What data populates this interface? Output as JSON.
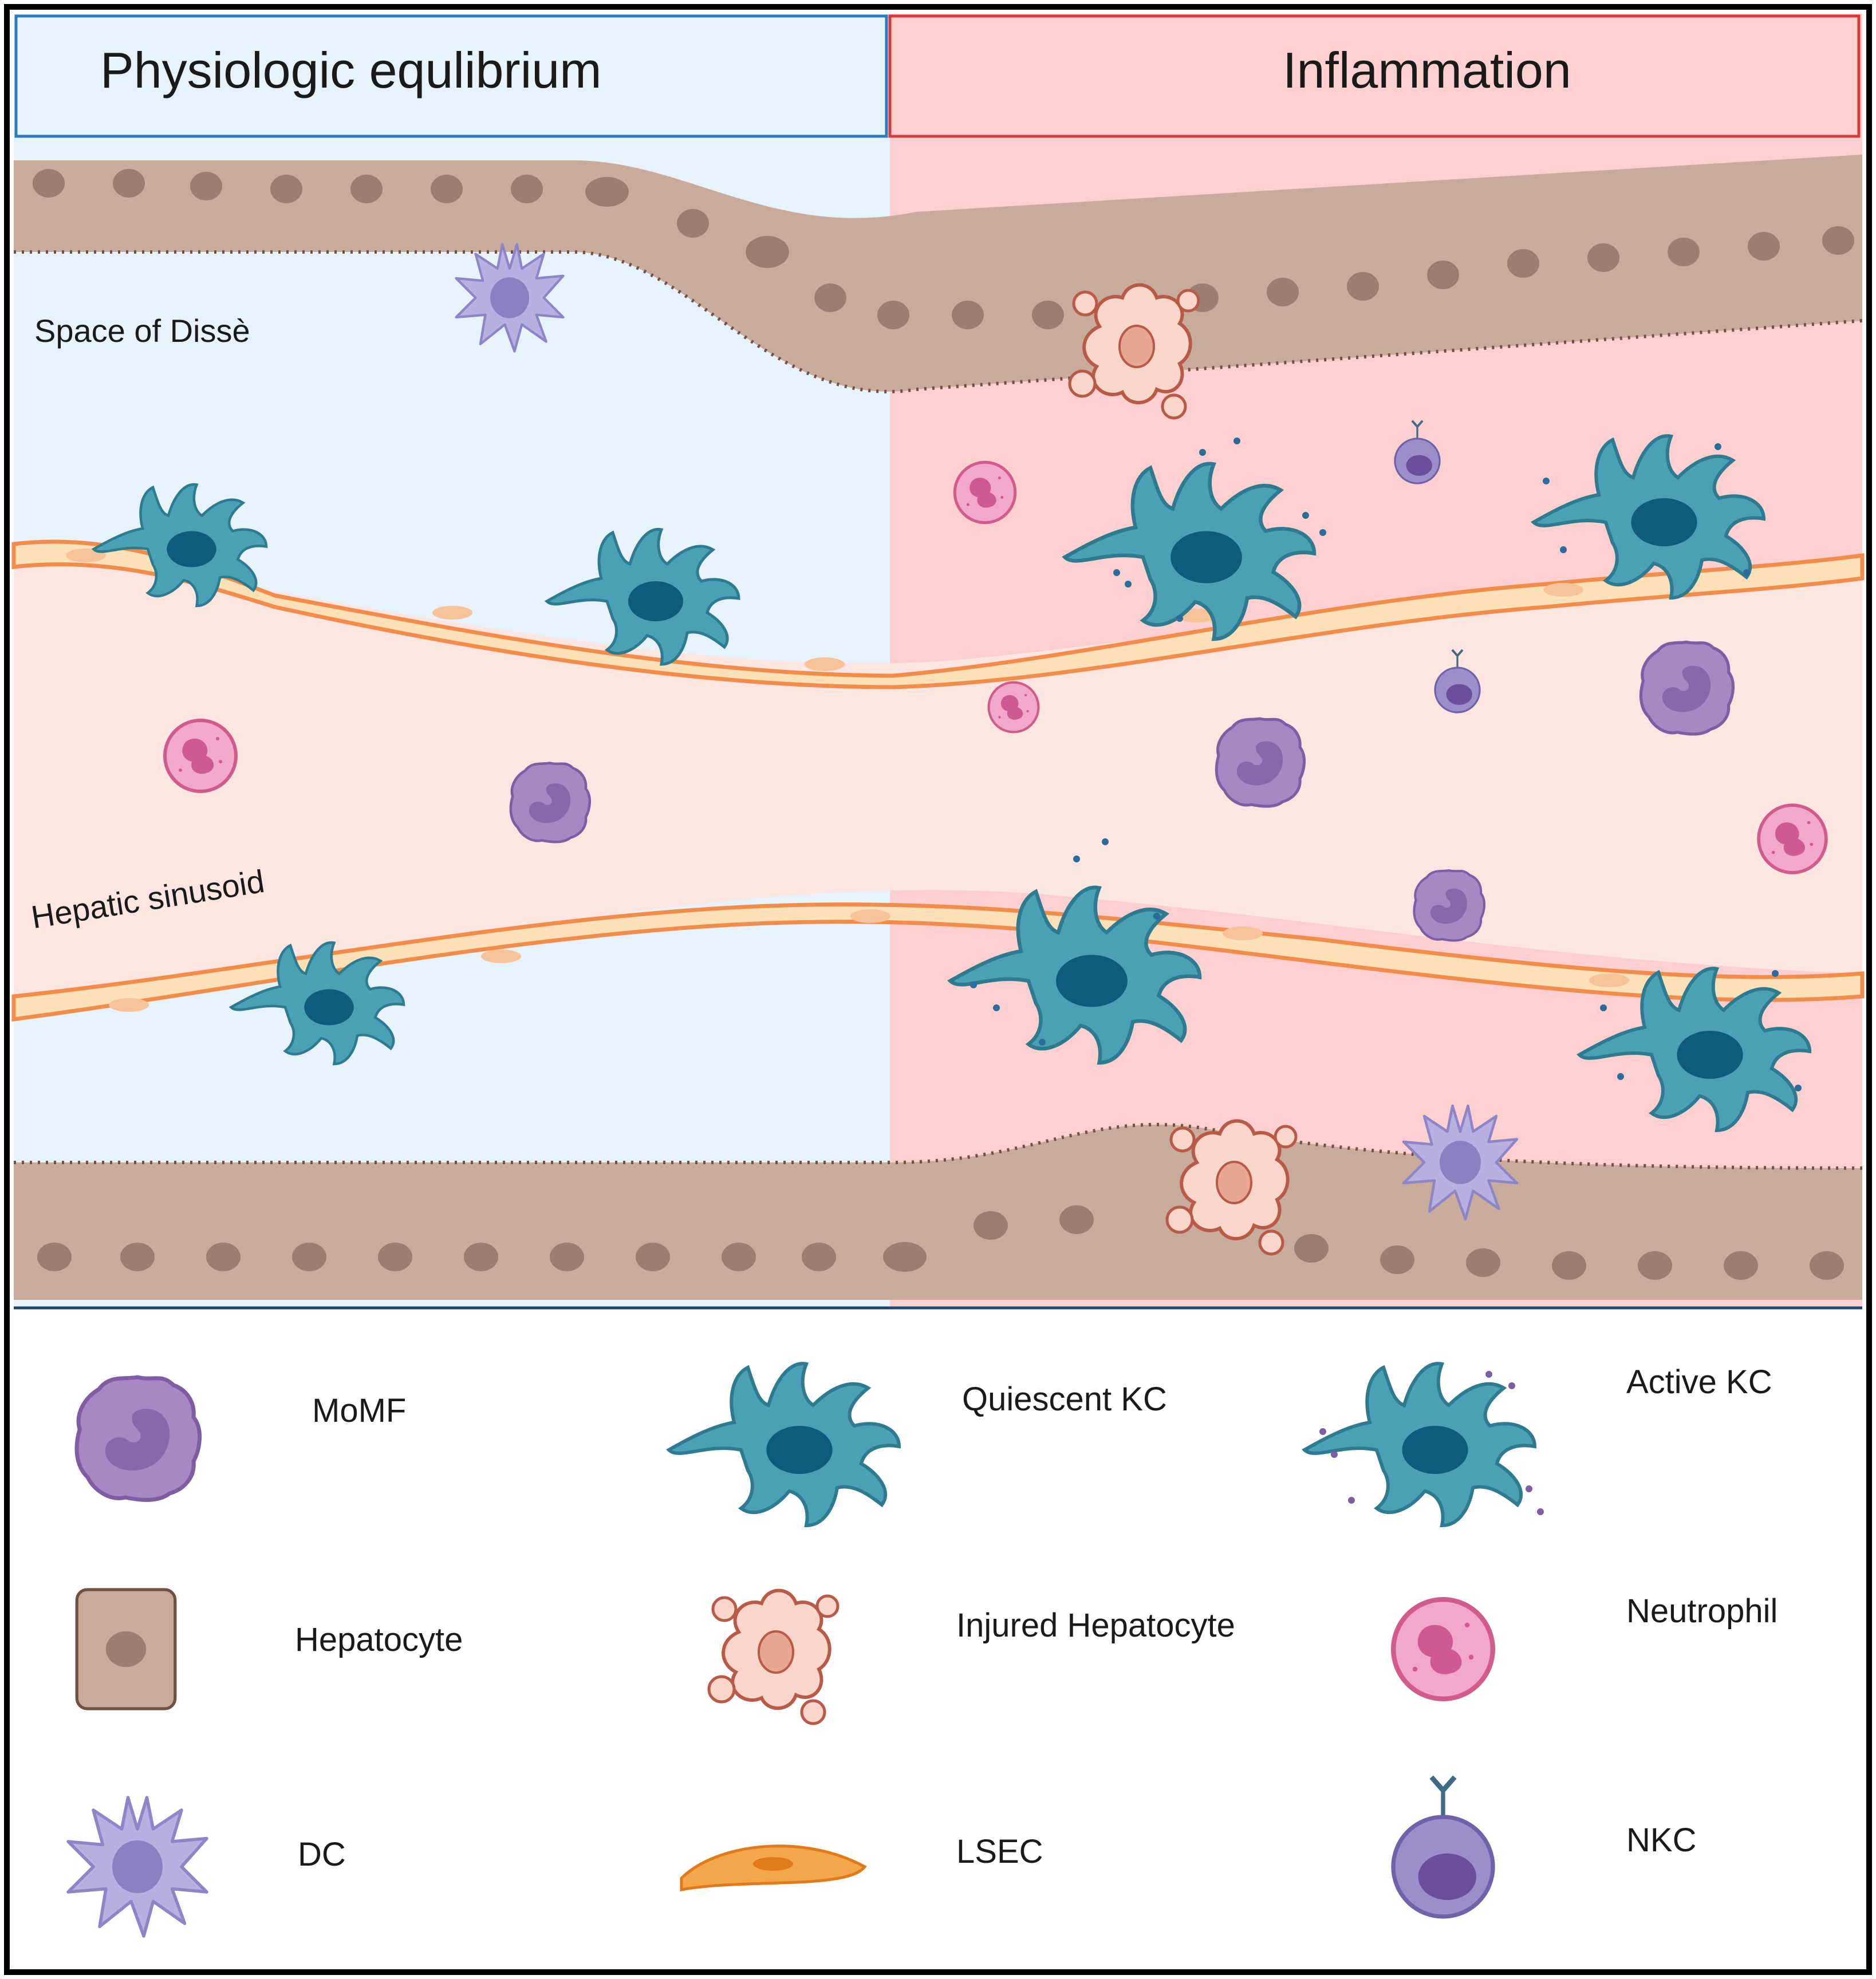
{
  "panels": {
    "left": {
      "title": "Physiologic equlibrium",
      "color": "#e8f2fb",
      "border": "#2b7bc0"
    },
    "right": {
      "title": "Inflammation",
      "color": "#fcd0d0",
      "border": "#d63a3a"
    }
  },
  "region_labels": {
    "space_of_disse": "Space of Dissè",
    "hepatic_sinusoid": "Hepatic sinusoid"
  },
  "legend": [
    {
      "label": "MoMF",
      "icon": "momf-icon"
    },
    {
      "label": "Quiescent KC",
      "icon": "quiescent-kc-icon"
    },
    {
      "label": "Active KC",
      "icon": "active-kc-icon"
    },
    {
      "label": "Hepatocyte",
      "icon": "hepatocyte-icon"
    },
    {
      "label": "Injured Hepatocyte",
      "icon": "injured-hepatocyte-icon"
    },
    {
      "label": "Neutrophil",
      "icon": "neutrophil-icon"
    },
    {
      "label": "DC",
      "icon": "dc-icon"
    },
    {
      "label": "LSEC",
      "icon": "lsec-icon"
    },
    {
      "label": "NKC",
      "icon": "nkc-icon"
    }
  ],
  "colors": {
    "hepatocyte": "#c9ab9c",
    "hepatocyte_nucleus": "#9c7e70",
    "kupffer": "#4aa0b5",
    "kupffer_nucleus": "#0d5c7d",
    "lsec": "#fbe0b8",
    "lsec_border": "#f28c4a",
    "neutrophil": "#f2a8c8",
    "momf": "#a887c4",
    "dc": "#b7b0e0",
    "nkc": "#9b8ecb",
    "injured": "#f9d6c9",
    "injured_border": "#b85a4a"
  }
}
